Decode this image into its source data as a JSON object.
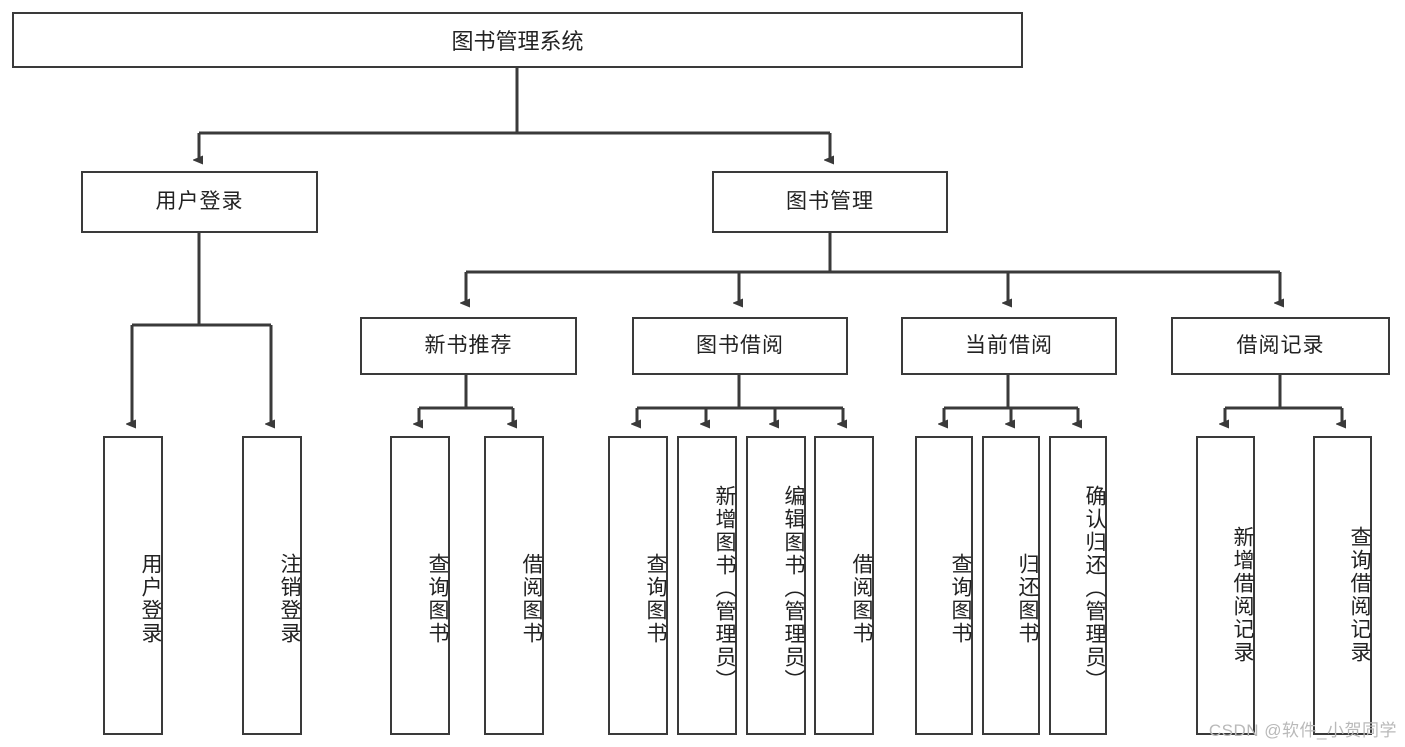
{
  "diagram": {
    "type": "tree",
    "title": "图书管理系统",
    "watermark": "CSDN @软件_小贺同学",
    "colors": {
      "stroke": "#3a3a3a",
      "fill": "#ffffff",
      "text": "#222222",
      "watermark": "#b9b9b9"
    },
    "nodes": {
      "root": {
        "label": "图书管理系统"
      },
      "level2": [
        {
          "id": "user-login",
          "label": "用户登录"
        },
        {
          "id": "book-manage",
          "label": "图书管理"
        }
      ],
      "level3": [
        {
          "id": "new-book-recommend",
          "label": "新书推荐"
        },
        {
          "id": "book-borrow",
          "label": "图书借阅"
        },
        {
          "id": "current-borrow",
          "label": "当前借阅"
        },
        {
          "id": "borrow-record",
          "label": "借阅记录"
        }
      ],
      "leaves": {
        "user-login": [
          {
            "id": "leaf-user-login",
            "label": "用户登录"
          },
          {
            "id": "leaf-logout",
            "label": "注销登录"
          }
        ],
        "new-book-recommend": [
          {
            "id": "leaf-query-book-1",
            "label": "查询图书"
          },
          {
            "id": "leaf-borrow-book-1",
            "label": "借阅图书"
          }
        ],
        "book-borrow": [
          {
            "id": "leaf-query-book-2",
            "label": "查询图书"
          },
          {
            "id": "leaf-add-book",
            "label": "新增图书（管理员）"
          },
          {
            "id": "leaf-edit-book",
            "label": "编辑图书（管理员）"
          },
          {
            "id": "leaf-borrow-book-2",
            "label": "借阅图书"
          }
        ],
        "current-borrow": [
          {
            "id": "leaf-query-book-3",
            "label": "查询图书"
          },
          {
            "id": "leaf-return-book",
            "label": "归还图书"
          },
          {
            "id": "leaf-confirm-return",
            "label": "确认归还（管理员）"
          }
        ],
        "borrow-record": [
          {
            "id": "leaf-add-record",
            "label": "新增借阅记录"
          },
          {
            "id": "leaf-query-record",
            "label": "查询借阅记录"
          }
        ]
      }
    }
  }
}
